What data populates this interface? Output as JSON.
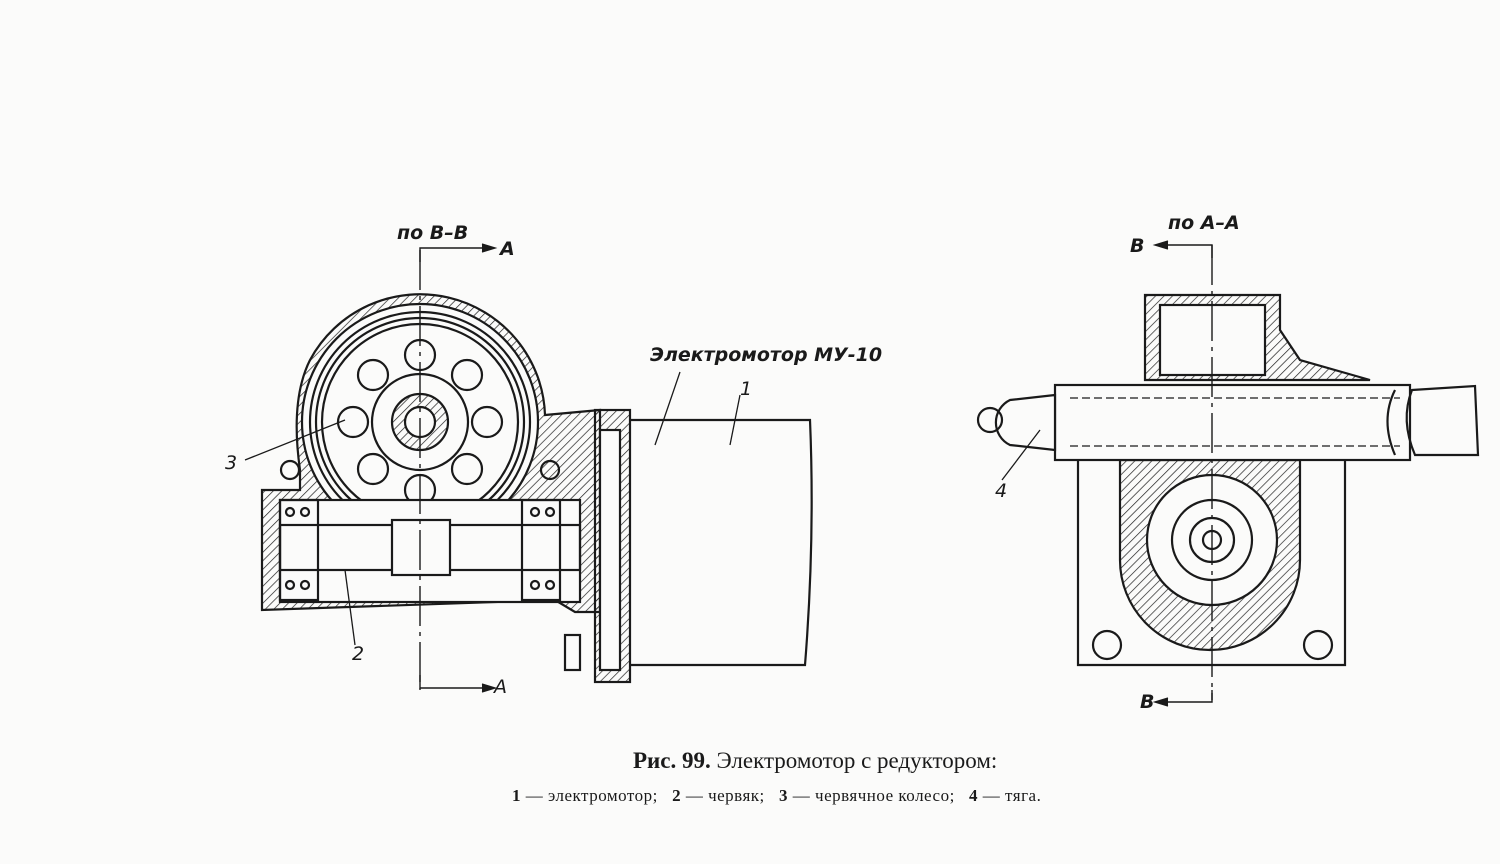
{
  "figure": {
    "caption_number": "Рис. 99.",
    "caption_title": "Электромотор с редуктором:",
    "legend": [
      {
        "num": "1",
        "text": "— электромотор;"
      },
      {
        "num": "2",
        "text": "— червяк;"
      },
      {
        "num": "3",
        "text": "— червячное колесо;"
      },
      {
        "num": "4",
        "text": "— тяга."
      }
    ]
  },
  "left_view": {
    "section_label": "по B–B",
    "arrow_top": "A",
    "arrow_bottom": "A",
    "motor_label": "Электромотор МУ-10",
    "callouts": [
      "1",
      "2",
      "3"
    ]
  },
  "right_view": {
    "section_label": "по A–A",
    "arrow_top": "B",
    "arrow_bottom": "B",
    "callouts": [
      "4"
    ]
  }
}
